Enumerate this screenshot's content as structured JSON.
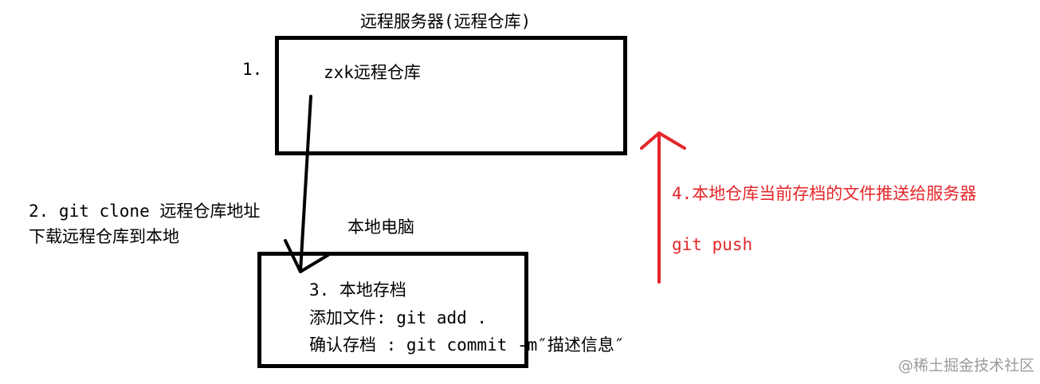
{
  "remote": {
    "title": "远程服务器(远程仓库)",
    "step_label": "1.",
    "box_label": "zxk远程仓库"
  },
  "clone": {
    "line1": "2. git clone 远程仓库地址",
    "line2": "下载远程仓库到本地"
  },
  "local": {
    "title": "本地电脑",
    "line1": "3. 本地存档",
    "line2": "添加文件:  git add .",
    "line3": "确认存档 : git commit -m″描述信息″"
  },
  "push": {
    "line1": "4.本地仓库当前存档的文件推送给服务器",
    "line2": "git push"
  },
  "watermark": "@稀土掘金技术社区",
  "colors": {
    "line": "#000000",
    "accent": "#e4262a",
    "watermark": "#9b9b9b"
  }
}
